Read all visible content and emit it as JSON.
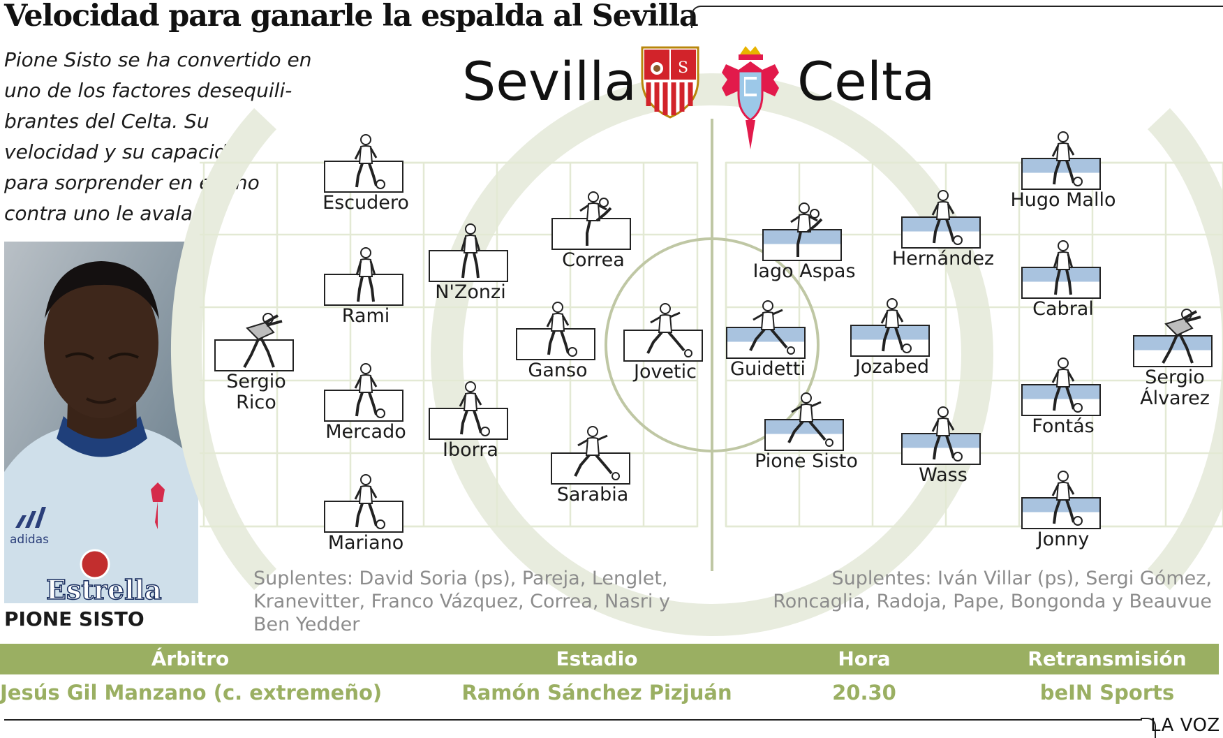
{
  "headline": "Velocidad para ganarle la espalda al Sevilla",
  "intro": [
    "Pione Sisto se ha convertido en",
    "uno de los factores desequili-",
    "brantes del Celta. Su",
    "velocidad y su capacidad",
    "para sorprender en el uno",
    "contra uno le avalan"
  ],
  "photo_caption": "PIONE SISTO",
  "photo_shirt_text": "Estrella",
  "photo_brand_text": "adidas",
  "home_team": "Sevilla",
  "away_team": "Celta",
  "colors": {
    "pitch": "#e3e9d4",
    "celta_stripe": "#a9c3df",
    "header_green": "#9aaf62",
    "celta_red": "#e21a4b",
    "sevilla_red": "#d2232a"
  },
  "home_players": [
    {
      "name": [
        "Sergio",
        "Rico"
      ],
      "pose": "goalkeeper"
    },
    {
      "name": [
        "Escudero"
      ],
      "pose": "dribble"
    },
    {
      "name": [
        "Rami"
      ],
      "pose": "stand"
    },
    {
      "name": [
        "Mercado"
      ],
      "pose": "dribble"
    },
    {
      "name": [
        "Mariano"
      ],
      "pose": "dribble"
    },
    {
      "name": [
        "N'Zonzi"
      ],
      "pose": "stand"
    },
    {
      "name": [
        "Iborra"
      ],
      "pose": "dribble"
    },
    {
      "name": [
        "Correa"
      ],
      "pose": "kick"
    },
    {
      "name": [
        "Ganso"
      ],
      "pose": "dribble"
    },
    {
      "name": [
        "Sarabia"
      ],
      "pose": "run"
    },
    {
      "name": [
        "Jovetic"
      ],
      "pose": "run"
    }
  ],
  "away_players": [
    {
      "name": [
        "Iago Aspas"
      ],
      "pose": "kick"
    },
    {
      "name": [
        "Guidetti"
      ],
      "pose": "run"
    },
    {
      "name": [
        "Pione Sisto"
      ],
      "pose": "run"
    },
    {
      "name": [
        "Hernández"
      ],
      "pose": "dribble"
    },
    {
      "name": [
        "Jozabed"
      ],
      "pose": "dribble"
    },
    {
      "name": [
        "Wass"
      ],
      "pose": "dribble"
    },
    {
      "name": [
        "Hugo Mallo"
      ],
      "pose": "dribble"
    },
    {
      "name": [
        "Cabral"
      ],
      "pose": "stand"
    },
    {
      "name": [
        "Fontás"
      ],
      "pose": "dribble"
    },
    {
      "name": [
        "Jonny"
      ],
      "pose": "dribble"
    },
    {
      "name": [
        "Sergio",
        "Álvarez"
      ],
      "pose": "goalkeeper"
    }
  ],
  "subs_home": [
    "Suplentes: David Soria (ps), Pareja, Lenglet,",
    "Kranevitter,  Franco Vázquez, Correa, Nasri y",
    "Ben Yedder"
  ],
  "subs_away": [
    "Suplentes: Iván Villar (ps), Sergi Gómez,",
    "Roncaglia, Radoja, Pape, Bongonda y Beauvue"
  ],
  "info": {
    "referee_label": "Árbitro",
    "referee": "Jesús Gil Manzano (c. extremeño)",
    "stadium_label": "Estadio",
    "stadium": "Ramón Sánchez Pizjuán",
    "time_label": "Hora",
    "time": "20.30",
    "broadcast_label": "Retransmisión",
    "broadcast": "beIN Sports"
  },
  "logo": "LA VOZ"
}
